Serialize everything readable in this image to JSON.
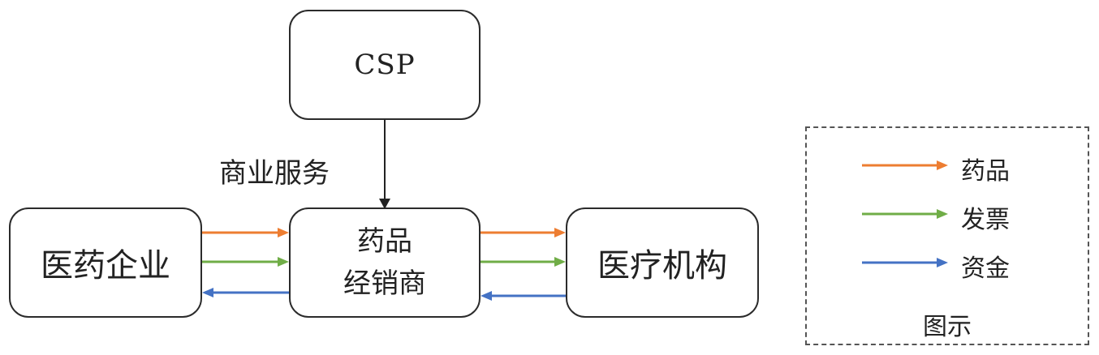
{
  "nodes": {
    "csp": "CSP",
    "pharma_company": "医药企业",
    "distributor_line1": "药品",
    "distributor_line2": "经销商",
    "medical_institution": "医疗机构"
  },
  "edge_label": "商业服务",
  "colors": {
    "drug": "#ED7D31",
    "invoice": "#70AD47",
    "funds": "#4472C4",
    "service": "#222222"
  },
  "legend": {
    "items": [
      {
        "label": "药品",
        "color": "#ED7D31"
      },
      {
        "label": "发票",
        "color": "#70AD47"
      },
      {
        "label": "资金",
        "color": "#4472C4"
      }
    ],
    "title": "图示"
  }
}
